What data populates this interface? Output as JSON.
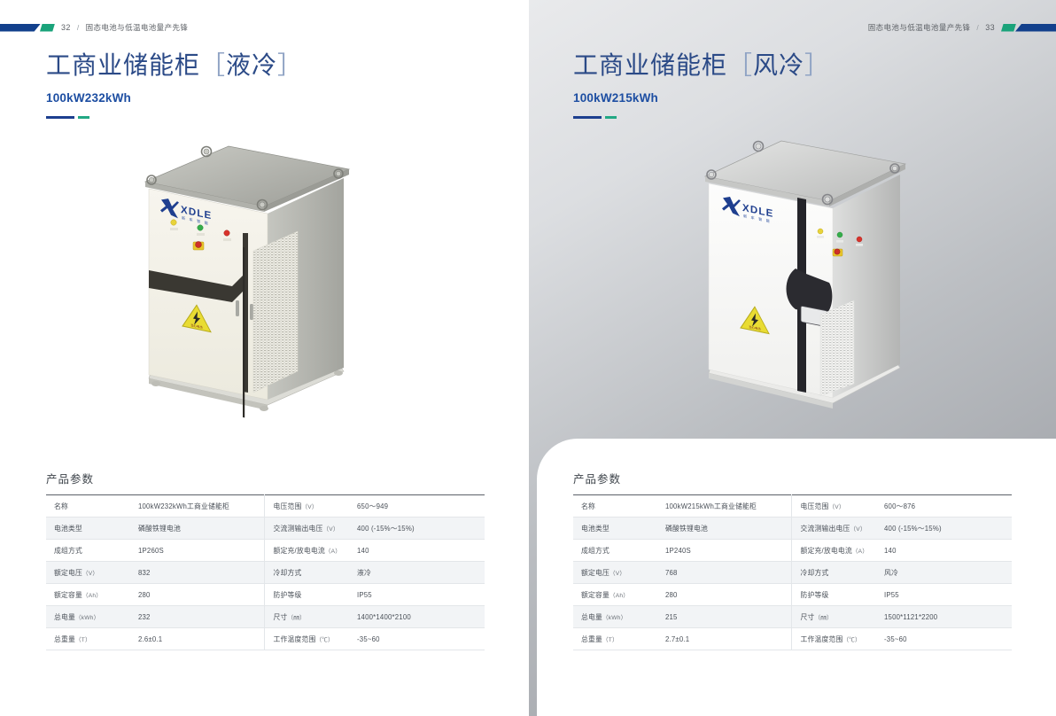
{
  "pages": [
    {
      "side": "left",
      "running_head": {
        "page_number": "32",
        "separator": "/",
        "text": "固态电池与低温电池量产先锋"
      },
      "title_main": "工商业储能柜",
      "title_bracket_open": "［",
      "title_variant": "液冷",
      "title_bracket_close": "］",
      "subtitle": "100kW232kWh",
      "product_image": {
        "name": "liquid-cooled-energy-storage-cabinet",
        "brand_logo": "XDLE",
        "brand_logo_sub": "新 车 智 能",
        "indicator_leds": [
          "yellow",
          "green",
          "red"
        ],
        "emergency_stop": "red-mushroom-button",
        "warning_label": "electric-shock-warning-triangle"
      },
      "params_title": "产品参数",
      "params_rows": [
        {
          "k": "名称",
          "k_unit": "",
          "v": "100kW232kWh工商业储能柜",
          "k2": "电压范围",
          "k2_unit": "（V）",
          "v2": "650～949"
        },
        {
          "k": "电池类型",
          "k_unit": "",
          "v": "磷酸铁锂电池",
          "k2": "交流测输出电压",
          "k2_unit": "（V）",
          "v2": "400 (-15%～15%)"
        },
        {
          "k": "成组方式",
          "k_unit": "",
          "v": "1P260S",
          "k2": "额定充/放电电流",
          "k2_unit": "（A）",
          "v2": "140"
        },
        {
          "k": "额定电压",
          "k_unit": "（V）",
          "v": "832",
          "k2": "冷却方式",
          "k2_unit": "",
          "v2": "液冷"
        },
        {
          "k": "额定容量",
          "k_unit": "（Ah）",
          "v": "280",
          "k2": "防护等级",
          "k2_unit": "",
          "v2": "IP55"
        },
        {
          "k": "总电量",
          "k_unit": "（kWh）",
          "v": "232",
          "k2": "尺寸",
          "k2_unit": "（㎜）",
          "v2": "1400*1400*2100"
        },
        {
          "k": "总重量",
          "k_unit": "（T）",
          "v": "2.6±0.1",
          "k2": "工作温度范围",
          "k2_unit": "（℃）",
          "v2": "-35~60"
        }
      ]
    },
    {
      "side": "right",
      "running_head": {
        "page_number": "33",
        "separator": "/",
        "text": "固态电池与低温电池量产先锋"
      },
      "title_main": "工商业储能柜",
      "title_bracket_open": "［",
      "title_variant": "风冷",
      "title_bracket_close": "］",
      "subtitle": "100kW215kWh",
      "product_image": {
        "name": "air-cooled-energy-storage-cabinet",
        "brand_logo": "XDLE",
        "brand_logo_sub": "新 车 智 能",
        "indicator_leds": [
          "yellow",
          "green",
          "red"
        ],
        "emergency_stop": "red-mushroom-button",
        "hmi_display": "control-panel-screen",
        "warning_label": "electric-shock-warning-triangle"
      },
      "params_title": "产品参数",
      "params_rows": [
        {
          "k": "名称",
          "k_unit": "",
          "v": "100kW215kWh工商业储能柜",
          "k2": "电压范围",
          "k2_unit": "（V）",
          "v2": "600～876"
        },
        {
          "k": "电池类型",
          "k_unit": "",
          "v": "磷酸铁锂电池",
          "k2": "交流测输出电压",
          "k2_unit": "（V）",
          "v2": "400 (-15%～15%)"
        },
        {
          "k": "成组方式",
          "k_unit": "",
          "v": "1P240S",
          "k2": "额定充/放电电流",
          "k2_unit": "（A）",
          "v2": "140"
        },
        {
          "k": "额定电压",
          "k_unit": "（V）",
          "v": "768",
          "k2": "冷却方式",
          "k2_unit": "",
          "v2": "风冷"
        },
        {
          "k": "额定容量",
          "k_unit": "（Ah）",
          "v": "280",
          "k2": "防护等级",
          "k2_unit": "",
          "v2": "IP55"
        },
        {
          "k": "总电量",
          "k_unit": "（kWh）",
          "v": "215",
          "k2": "尺寸",
          "k2_unit": "（㎜）",
          "v2": "1500*1121*2200"
        },
        {
          "k": "总重量",
          "k_unit": "（T）",
          "v": "2.7±0.1",
          "k2": "工作温度范围",
          "k2_unit": "（℃）",
          "v2": "-35~60"
        }
      ]
    }
  ],
  "colors": {
    "brand_blue": "#1d3f8f",
    "title_blue": "#2b4a87",
    "accent_green": "#22a884",
    "mark_blue": "#12408c",
    "cabinet_body": "#f2f0e8",
    "cabinet_dark": "#3a3832",
    "warning_yellow": "#e8d82e"
  }
}
